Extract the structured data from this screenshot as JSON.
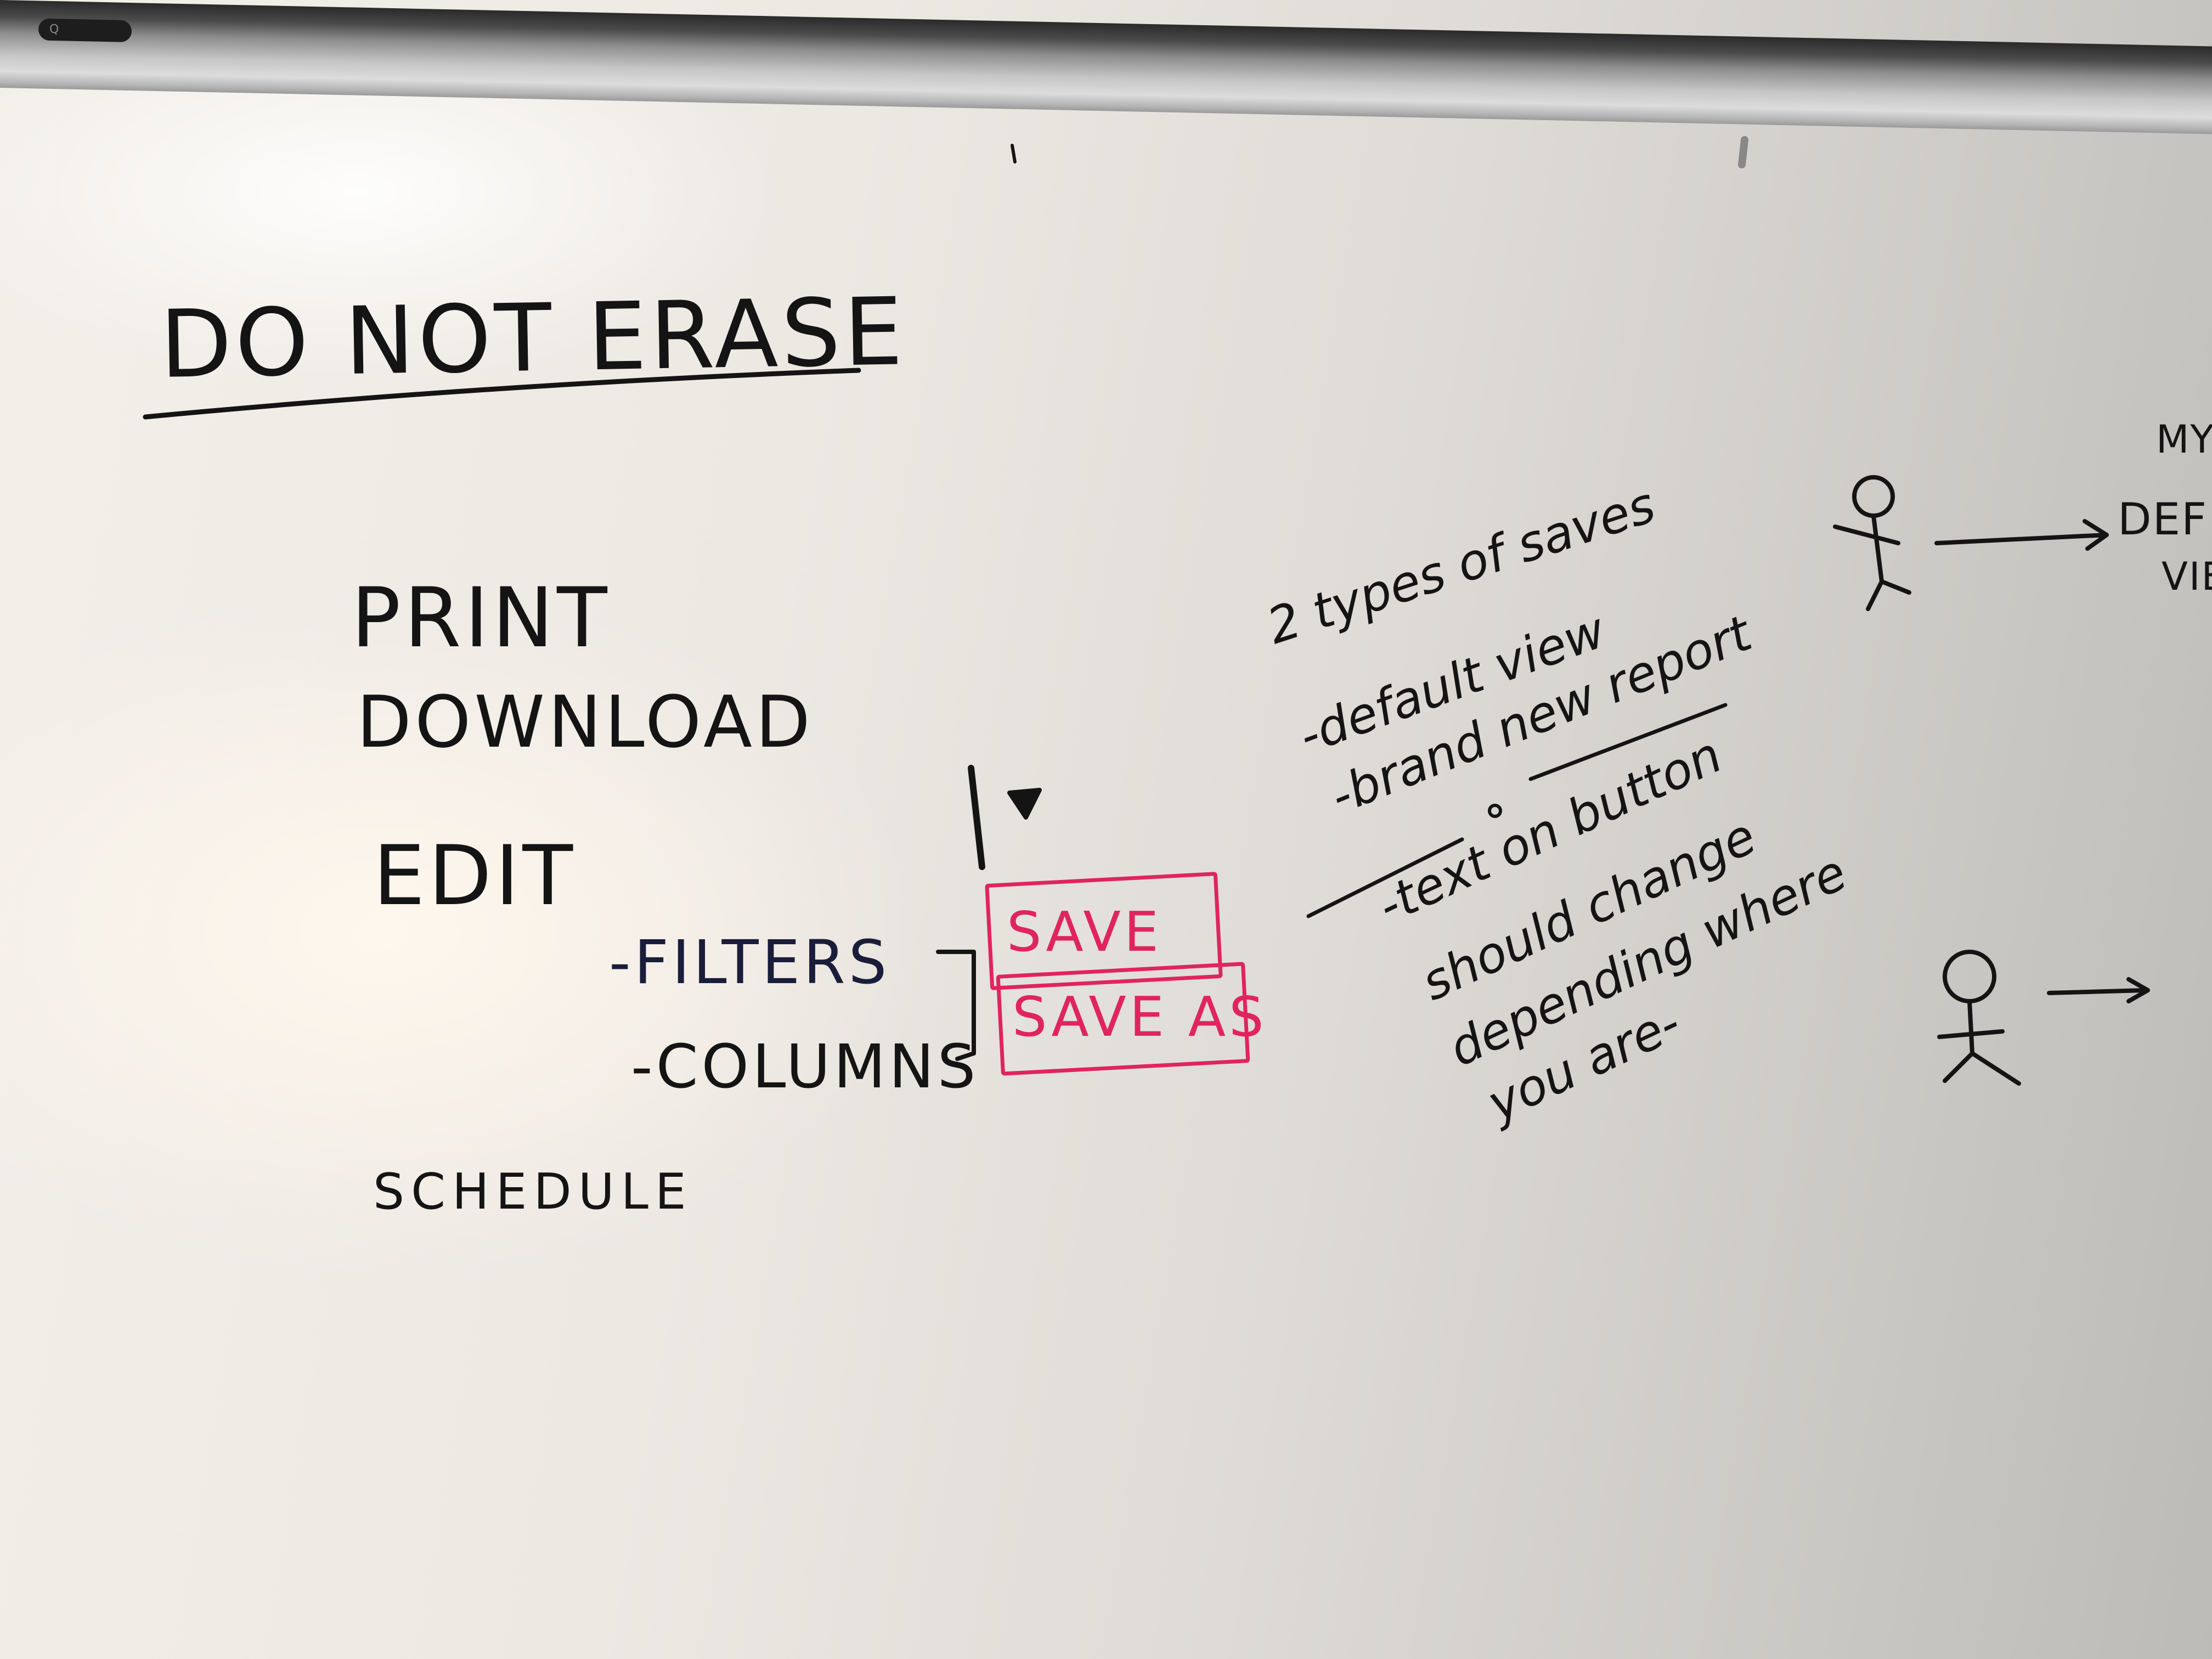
{
  "board": {
    "title": "DO NOT ERASE",
    "menu": [
      "PRINT",
      "DOWNLOAD",
      "EDIT",
      "SCHEDULE"
    ],
    "edit_sub": [
      "-FILTERS",
      "-COLUMNS"
    ],
    "buttons": [
      "SAVE",
      "SAVE AS"
    ],
    "notes": [
      "2 types of saves",
      "-default view",
      "-brand new report",
      "-text on button",
      "should change",
      "depending where",
      "you are-"
    ],
    "right_edge": [
      "MY",
      "DEF",
      "VIE"
    ]
  },
  "colors": {
    "ink": "#141414",
    "red_marker": "#e0245e"
  }
}
